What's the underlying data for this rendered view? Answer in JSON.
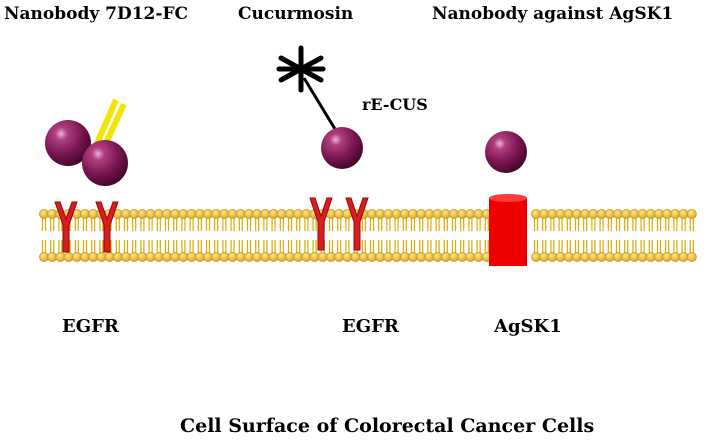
{
  "labels": {
    "nanobody_7d12": "Nanobody 7D12-FC",
    "cucurmosin": "Cucurmosin",
    "nanobody_agsk1": "Nanobody against AgSK1",
    "re_cus": "rE-CUS",
    "egfr_left": "EGFR",
    "egfr_right": "EGFR",
    "agsk1": "AgSK1",
    "caption": "Cell Surface of Colorectal Cancer Cells"
  },
  "colors": {
    "lipid_head": "#f2c12e",
    "lipid_tail": "#e0a800",
    "receptor": "#d42020",
    "agsk1_block": "#ee0000",
    "nanobody_sphere": "#8a1a5a",
    "fc_linker": "#f2e600"
  },
  "icons": {
    "cucurmosin_symbol": "asterisk-icon",
    "membrane": "lipid-bilayer-icon"
  }
}
